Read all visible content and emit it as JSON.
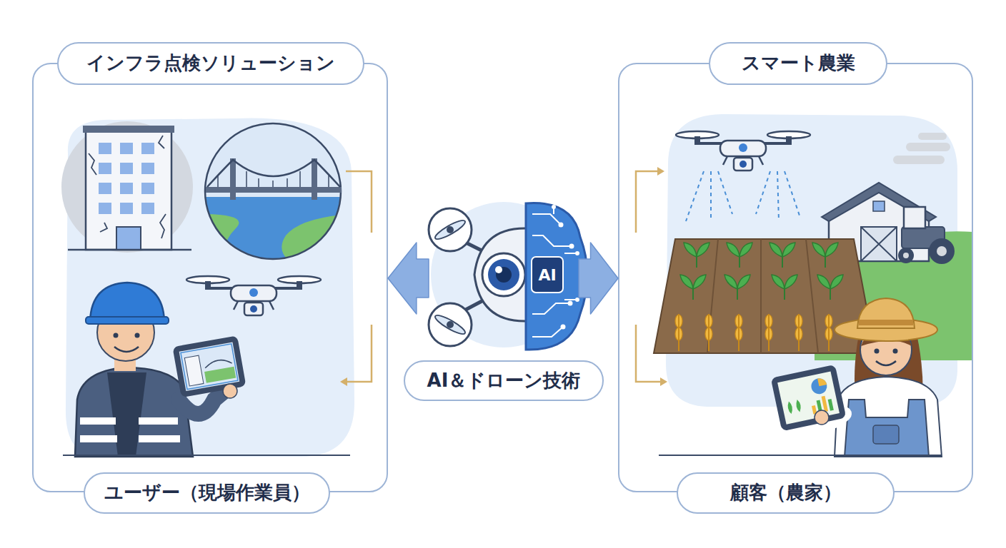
{
  "diagram": {
    "nodes": [
      {
        "text": [
          "インフラ点検ソリューション"
        ]
      },
      {
        "text": [
          "ユーザー（現場作業員）"
        ],
        "in": 0
      },
      {
        "text": [
          "AI＆ドローン技術"
        ]
      },
      {
        "text": [
          "スマート農業"
        ]
      },
      {
        "text": [
          "顧客（農家）"
        ],
        "in": 3
      }
    ],
    "edges": [
      {
        "from": 2,
        "to": 0,
        "arrow": "to"
      },
      {
        "from": 2,
        "to": 3,
        "arrow": "to"
      }
    ],
    "labels": [
      "AI"
    ]
  }
}
